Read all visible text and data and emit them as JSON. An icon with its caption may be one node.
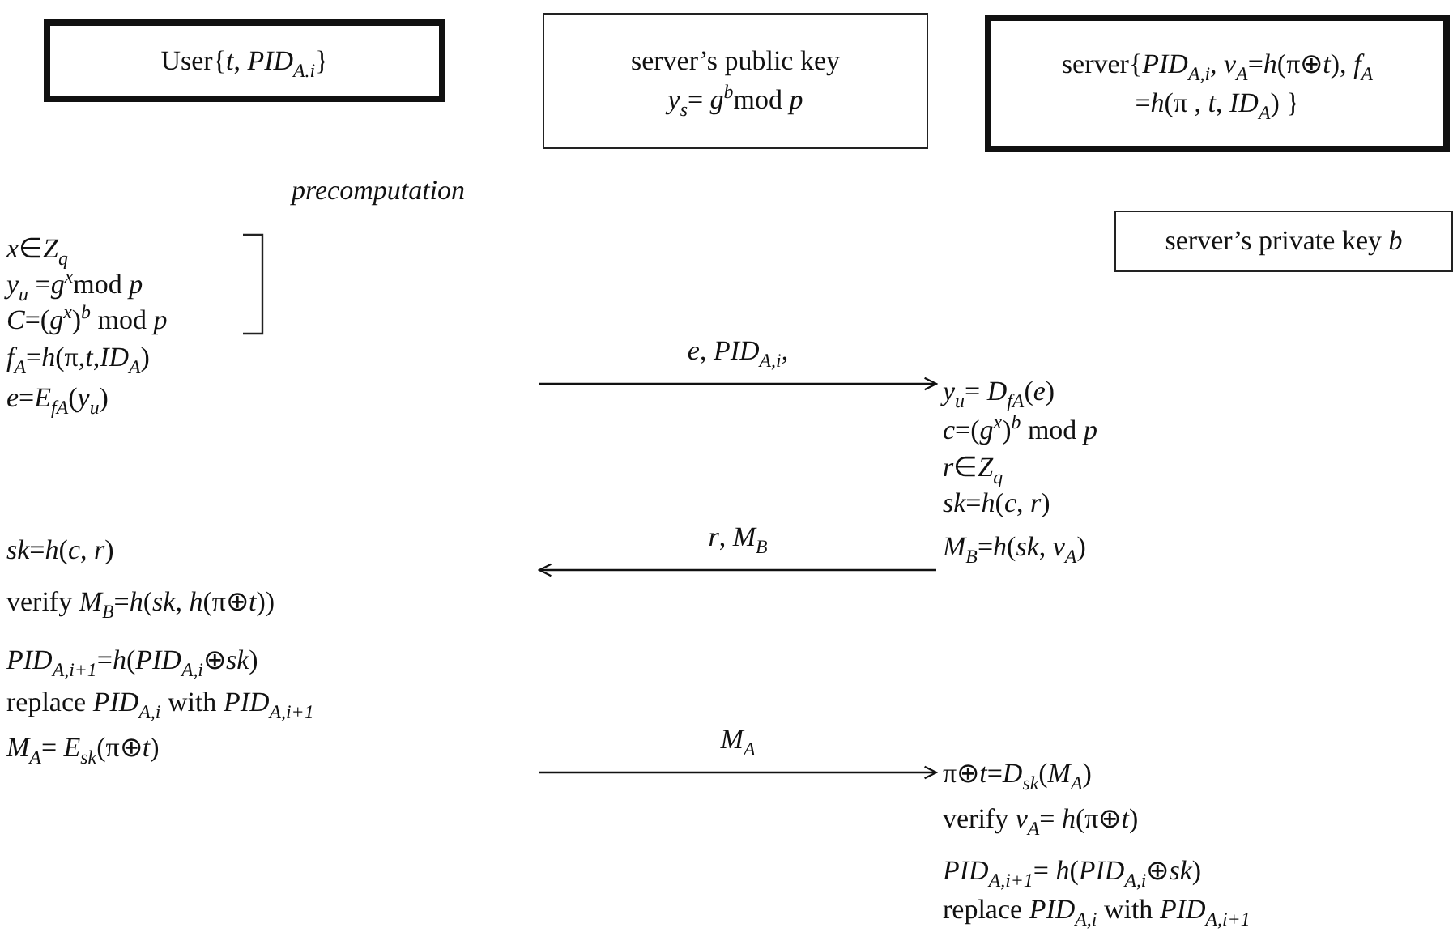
{
  "diagram": {
    "nodes": [
      {
        "text": [
          "User{*t*, *PID*$_{A.i}$}"
        ]
      },
      {
        "text": [
          "server’s public key",
          "*y*$_{s}$= *g*$^{b}$mod *p*"
        ]
      },
      {
        "text": [
          "server{*PID*$_{A,i}$, *v*$_{A}$=*h*(π⊕*t*), *f*$_{A}$ =*h*(π , *t*, *ID*$_{A}$) }"
        ]
      },
      {
        "text": [
          "server’s private key *b*"
        ]
      },
      {
        "text": [
          "*x*∈*Z*$_{q}$",
          "*y*$_{u}$ =*g*$^{x}$mod *p*",
          "*C*=(*g*$^{x}$)$^{b}$ mod *p*",
          "*f*$_{A}$=*h*(π,*t*,*ID*$_{A}$)",
          "*e*=*E*$_{fA}$(*y*$_{u}$)"
        ]
      },
      {
        "text": [
          "*y*$_{u}$= *D*$_{fA}$(*e*)",
          "*c*=(*g*$^{x}$)$^{b}$ mod *p*",
          "*r*∈*Z*$_{q}$",
          "*sk*=*h*(*c*, *r*)",
          "*M*$_{B}$=*h*(*sk*, *v*$_{A}$)"
        ]
      },
      {
        "text": [
          "*sk*=*h*(*c*, *r*)",
          "verify *M*$_{B}$=*h*(*sk*, *h*(π⊕*t*))",
          "*PID*$_{A,i+1}$=*h*(*PID*$_{A,i}$⊕*sk*)",
          "replace *PID*$_{A,i}$ with *PID*$_{A,i+1}$",
          "*M*$_{A}$= *E*$_{sk}$(π⊕*t*)"
        ]
      },
      {
        "text": [
          "π⊕*t*=*D*$_{sk}$(*M*$_{A}$)",
          "verify *v*$_{A}$= *h*(π⊕*t*)",
          "*PID*$_{A,i+1}$= *h*(*PID*$_{A,i}$⊕*sk*)",
          "replace *PID*$_{A,i}$ with *PID*$_{A,i+1}$"
        ]
      }
    ],
    "edges": [
      {
        "from": null,
        "to": 5,
        "arrow": "to",
        "label": "*e*, *PID*$_{A,i}$,"
      },
      {
        "from": 5,
        "to": null,
        "arrow": "to",
        "label": "*r*, *M*$_{B}$"
      },
      {
        "from": null,
        "to": 7,
        "arrow": "to",
        "label": "*M*$_{A}$"
      }
    ],
    "labels": [
      "precomputation"
    ]
  }
}
